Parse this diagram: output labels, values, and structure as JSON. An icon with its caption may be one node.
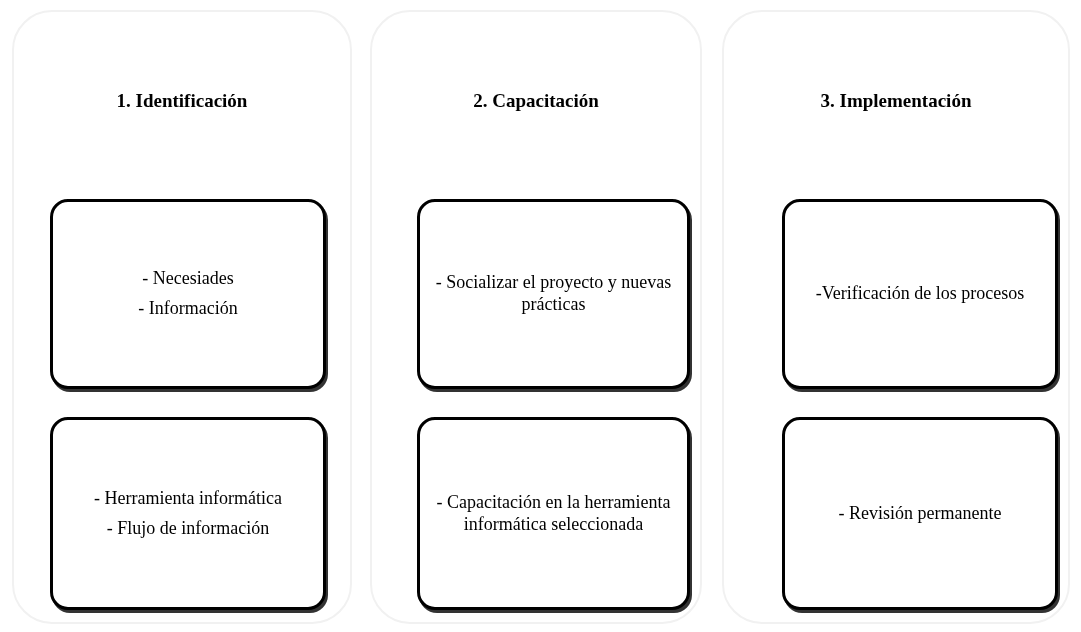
{
  "diagram": {
    "nodes": [
      {
        "text": [
          "1. Identificación"
        ]
      },
      {
        "text": [
          "- Necesiades",
          "- Información"
        ],
        "in": 0
      },
      {
        "text": [
          "- Herramienta informática",
          "- Flujo de información"
        ],
        "in": 0
      },
      {
        "text": [
          "2. Capacitación"
        ]
      },
      {
        "text": [
          "- Socializar el proyecto y nuevas prácticas"
        ],
        "in": 3
      },
      {
        "text": [
          "- Capacitación en la herramienta informática seleccionada"
        ],
        "in": 3
      },
      {
        "text": [
          "3. Implementación"
        ]
      },
      {
        "text": [
          "-Verificación de los procesos"
        ],
        "in": 6
      },
      {
        "text": [
          "- Revisión permanente"
        ],
        "in": 6
      }
    ]
  }
}
